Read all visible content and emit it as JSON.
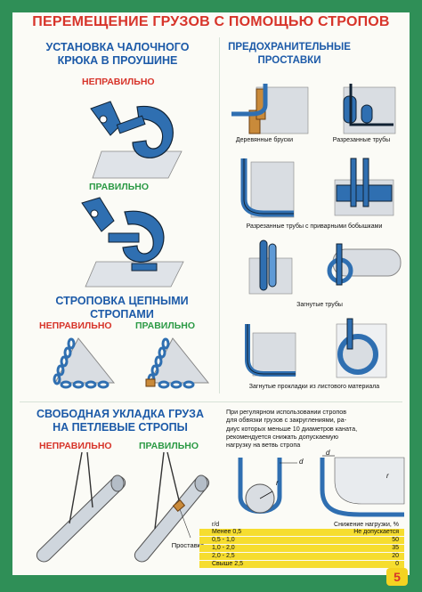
{
  "title": "ПЕРЕМЕЩЕНИЕ ГРУЗОВ С ПОМОЩЬЮ СТРОПОВ",
  "section_hook": {
    "line1": "УСТАНОВКА ЧАЛОЧНОГО",
    "line2": "КРЮКА В ПРОУШИНЕ",
    "wrong": "НЕПРАВИЛЬНО",
    "right": "ПРАВИЛЬНО"
  },
  "section_protect": {
    "line1": "ПРЕДОХРАНИТЕЛЬНЫЕ",
    "line2": "ПРОСТАВКИ",
    "captions": {
      "wood": "Деревянные бруски",
      "cut_pipes": "Разрезанные трубы",
      "welded": "Разрезанные трубы с приварными бобышками",
      "bent": "Загнутые трубы",
      "sheet": "Загнутые прокладки из листового материала"
    }
  },
  "section_chain": {
    "line1": "СТРОПОВКА ЦЕПНЫМИ",
    "line2": "СТРОПАМИ",
    "wrong": "НЕПРАВИЛЬНО",
    "right": "ПРАВИЛЬНО"
  },
  "section_loop": {
    "line1": "СВОБОДНАЯ УКЛАДКА ГРУЗА",
    "line2": "НА ПЕТЛЕВЫЕ СТРОПЫ",
    "wrong": "НЕПРАВИЛЬНО",
    "right": "ПРАВИЛЬНО",
    "label_spacer": "Проставка"
  },
  "note": {
    "line1": "При регулярном использовании стропов",
    "line2": "для обвязки грузов с закруглениями, ра-",
    "line3": "диус которых меньше 10 диаметров каната,",
    "line4": "рекомендуется снижать допускаемую",
    "line5": "нагрузку на ветвь стропа"
  },
  "diagram_labels": {
    "d1": "d",
    "r1": "r",
    "d2": "d",
    "r2": "r"
  },
  "table": {
    "col1": "r/d",
    "col2": "Снижение нагрузки, %",
    "rows": [
      {
        "rd": "Менее 0,5",
        "val": "Не допускается"
      },
      {
        "rd": "0,5 - 1,0",
        "val": "50"
      },
      {
        "rd": "1,0 - 2,0",
        "val": "35"
      },
      {
        "rd": "2,0 - 2,5",
        "val": "20"
      },
      {
        "rd": "Свыше 2,5",
        "val": "0"
      }
    ]
  },
  "page_number": "5",
  "colors": {
    "frame": "#2f8f57",
    "heading": "#1c5aa8",
    "wrong": "#d7342a",
    "right": "#2b9a45",
    "steel": "#3a7fc1",
    "table_fill": "#f6dd2f"
  }
}
